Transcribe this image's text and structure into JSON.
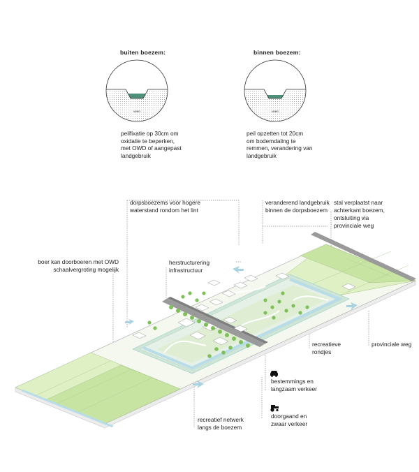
{
  "sections": {
    "buiten": {
      "title": "buiten boezem:",
      "layer_label": "veen",
      "description": "peilfixatie op 30cm om\noxidatie te beperken,\nmet OWD of aangepast\nlandgebruik"
    },
    "binnen": {
      "title": "binnen boezem:",
      "layer_label": "veen",
      "description": "peil opzetten tot 20cm\nom bodemdaling te\nremmen, verandering van\nlandgebruik"
    }
  },
  "annotations": {
    "dorpsboezems": "dorpsboezems voor hogere\nwaterstand rondom het lint",
    "veranderend": "veranderend landgebruik\nbinnen de dorpsboezem",
    "stal": "stal verplaatst naar\nachterkant boezem,",
    "ontsluiting": "ontsluiting via\nprovinciale weg",
    "boer": "boer kan doorboeren met OWD\nschaalvergroting mogelijk",
    "herstructurering": "herstructurering\ninfrastructuur",
    "recreatieve": "recreatieve\nrondjes",
    "provinciale": "provinciale weg",
    "bestemmings": "bestemmings en\nlangzaam verkeer",
    "doorgaand": "doorgaand en\nzwaar verkeer",
    "recreatief": "recreatief netwerk\nlangs de boezem"
  },
  "icons": {
    "car": "car-icon",
    "tractor": "tractor-icon"
  },
  "colors": {
    "light_green": "#dff0c4",
    "mid_green": "#c8e4a3",
    "water": "#b9dde8",
    "road": "#9a9a9a",
    "leader": "#888888"
  }
}
